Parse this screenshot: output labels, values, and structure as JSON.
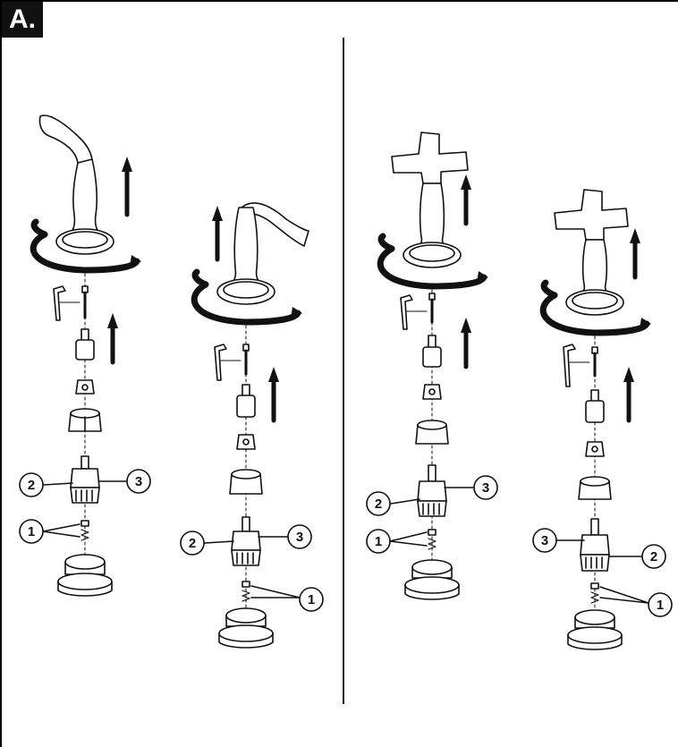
{
  "section": {
    "label": "A."
  },
  "callout_labels": {
    "one": "1",
    "two": "2",
    "three": "3"
  },
  "colors": {
    "ink": "#111111",
    "paper": "#ffffff",
    "badge": "#111111"
  },
  "assemblies": [
    {
      "id": "lever-left",
      "handle": "lever-handle-icon",
      "callouts": [
        "2",
        "3",
        "1"
      ]
    },
    {
      "id": "lever-right",
      "handle": "lever-handle-icon",
      "callouts": [
        "2",
        "3",
        "1"
      ]
    },
    {
      "id": "cross-left",
      "handle": "cross-handle-icon",
      "callouts": [
        "2",
        "3",
        "1"
      ]
    },
    {
      "id": "cross-right",
      "handle": "cross-handle-icon",
      "callouts": [
        "3",
        "2",
        "1"
      ]
    }
  ]
}
